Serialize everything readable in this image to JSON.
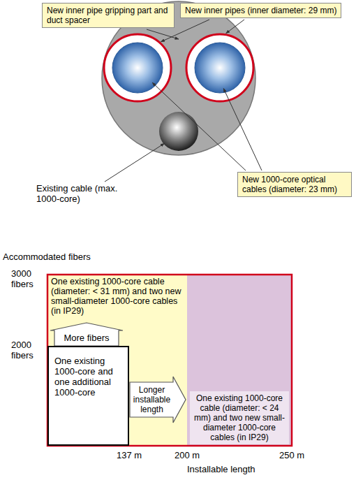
{
  "diagram": {
    "nodes": [
      {
        "text": [
          "New inner pipe gripping part and duct spacer"
        ]
      },
      {
        "text": [
          "New inner pipes (inner diameter: 29 mm)"
        ]
      },
      {
        "text": [
          "New 1000-core optical cables (diameter: 23 mm)"
        ]
      },
      {
        "text": [
          "One existing 1000-core cable (diameter: < 31 mm) and two new small-diameter 1000-core cables (in IP29)"
        ]
      },
      {
        "text": [
          "More fibers"
        ],
        "in": 3
      },
      {
        "text": [
          "One existing 1000-core and one additional 1000-core"
        ],
        "in": 3
      },
      {
        "text": [
          "Longer installable length"
        ],
        "in": 3
      },
      {
        "text": [
          "One existing 1000-core cable (diameter: < 24 mm) and two new small-diameter 1000-core cables (in IP29)"
        ]
      }
    ],
    "labels": [
      "Existing cable (max. 1000-core)",
      "Accommodated fibers",
      "3000 fibers",
      "2000 fibers",
      "137 m",
      "200 m",
      "250 m",
      "Installable length"
    ]
  }
}
